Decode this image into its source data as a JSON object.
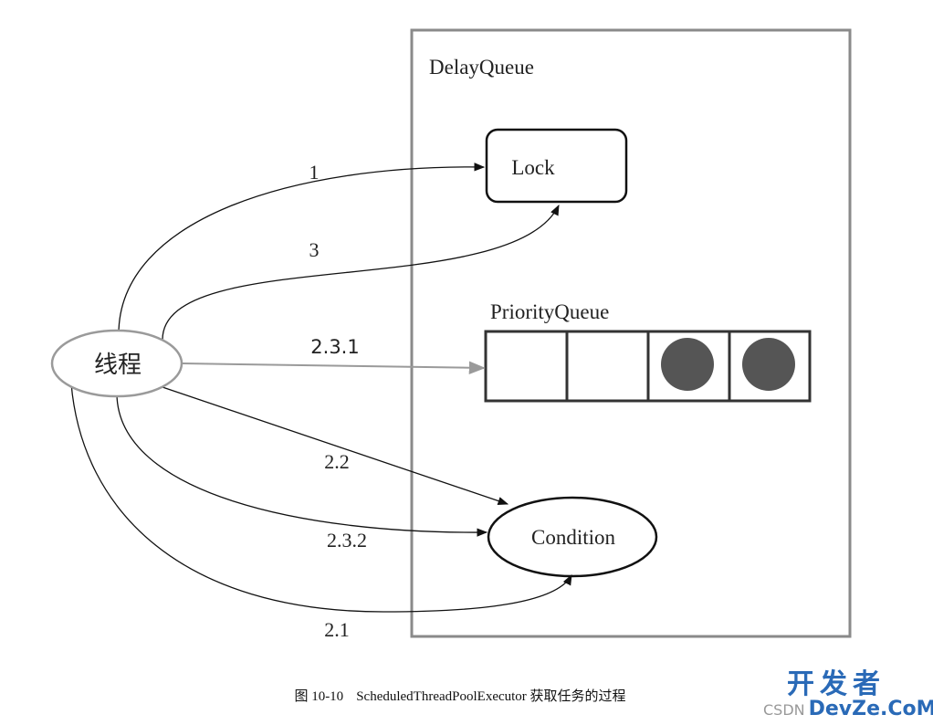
{
  "diagram": {
    "container_label": "DelayQueue",
    "lock_label": "Lock",
    "priority_queue_label": "PriorityQueue",
    "condition_label": "Condition",
    "thread_label": "线程",
    "queue_slots": [
      {
        "filled": false
      },
      {
        "filled": false
      },
      {
        "filled": true
      },
      {
        "filled": true
      }
    ],
    "edge_labels": {
      "e1": "1",
      "e3": "3",
      "e231": "2.3.1",
      "e22": "2.2",
      "e232": "2.3.2",
      "e21": "2.1"
    }
  },
  "caption": {
    "figure_no": "图 10-10",
    "text": "ScheduledThreadPoolExecutor 获取任务的过程"
  },
  "watermark": {
    "brand": "开发者",
    "prefix": "CSDN",
    "site": "DevZe.CoM"
  },
  "colors": {
    "frame": "#8a8a8a",
    "line": "#111111",
    "gray_line": "#9a9a9a",
    "dot_fill": "#555555",
    "watermark": "#2a6ab7"
  }
}
